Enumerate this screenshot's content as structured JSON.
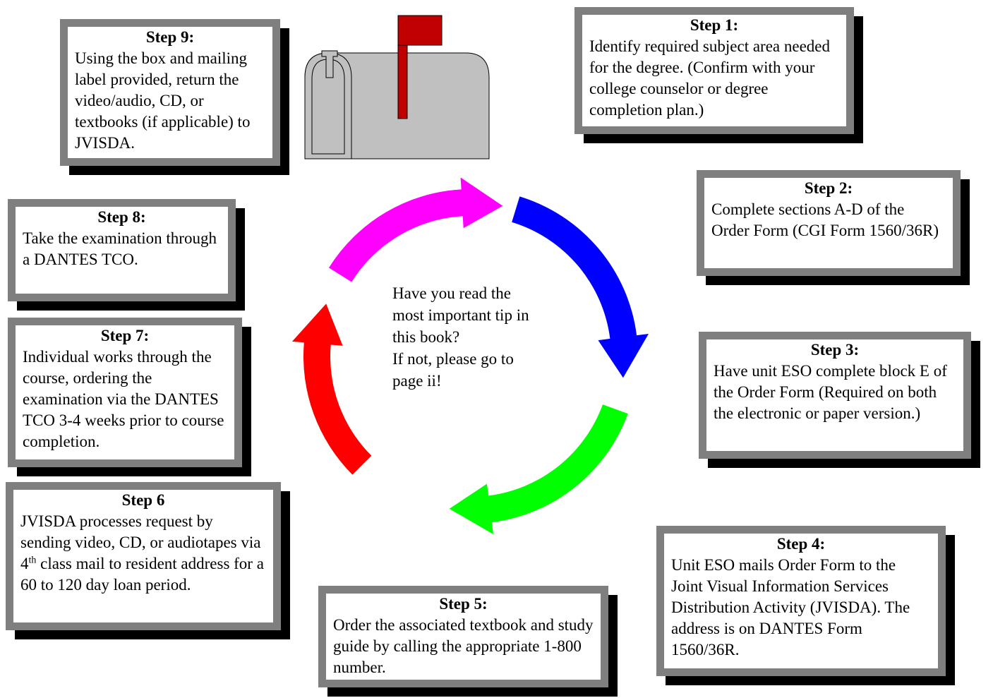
{
  "steps": {
    "step1": {
      "title": "Step 1:",
      "body": "Identify required subject area needed for the degree.  (Confirm with your college counselor or degree completion plan.)"
    },
    "step2": {
      "title": "Step 2:",
      "body": "Complete sections A-D of the Order Form (CGI Form 1560/36R)"
    },
    "step3": {
      "title": "Step 3:",
      "body": "Have unit ESO complete block E of the Order Form (Required on both the electronic or paper version.)"
    },
    "step4": {
      "title": "Step 4:",
      "body": "Unit ESO mails Order Form to the Joint Visual Information Services Distribution Activity (JVISDA). The address is on DANTES Form 1560/36R."
    },
    "step5": {
      "title": "Step 5:",
      "body": "Order the associated textbook and study guide by calling the appropriate 1-800 number."
    },
    "step6": {
      "title": "Step 6",
      "body_before": "JVISDA processes request by sending video, CD, or audiotapes via 4",
      "body_sup": "th",
      "body_after": " class mail to resident address for a 60 to 120 day loan period."
    },
    "step7": {
      "title": "Step 7:",
      "body": "Individual works through the course, ordering the examination via the DANTES TCO 3-4 weeks prior to course completion."
    },
    "step8": {
      "title": "Step 8:",
      "body": "Take the examination through a DANTES TCO."
    },
    "step9": {
      "title": "Step 9:",
      "body": "Using the box and mailing label provided, return the video/audio, CD, or textbooks (if applicable) to JVISDA."
    }
  },
  "center": {
    "line1": "Have you read the",
    "line2": "most important tip in",
    "line3": "this book?",
    "line4": "If not, please go to",
    "line5": "page ii!"
  },
  "colors": {
    "arrow_blue": "#0000ff",
    "arrow_green": "#00ff00",
    "arrow_red": "#ff0000",
    "arrow_magenta": "#ff00ff",
    "mailbox_body": "#c0c0c0",
    "mailbox_flag": "#c00000",
    "box_border": "#7f7f7f",
    "box_shadow": "#000000"
  },
  "icons": {
    "mailbox": "mailbox-icon"
  }
}
